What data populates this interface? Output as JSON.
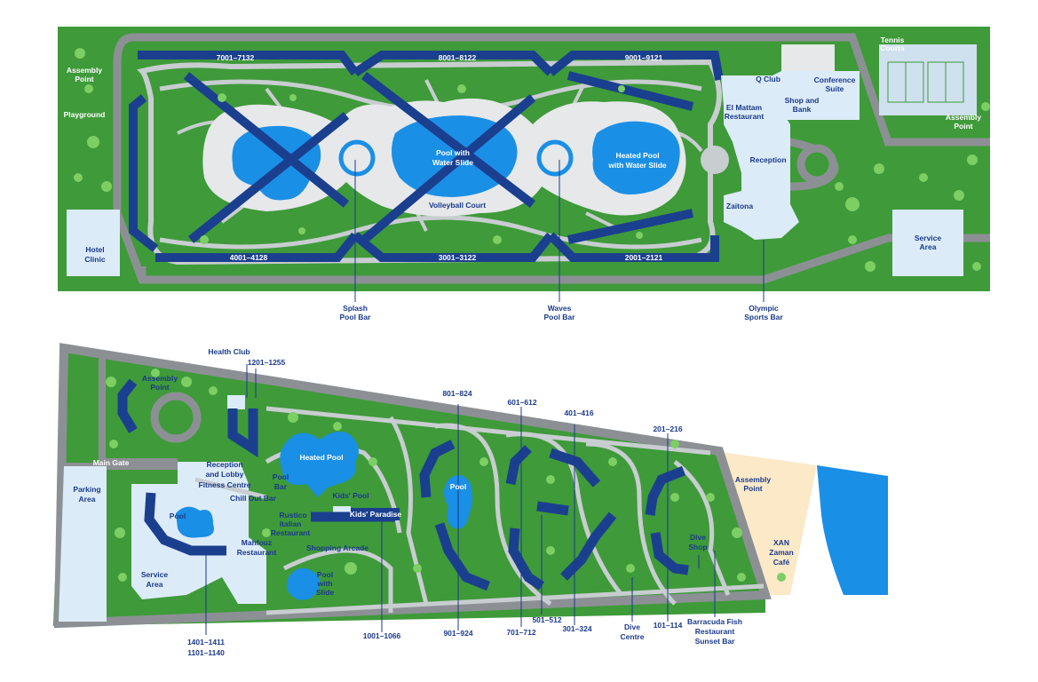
{
  "colors": {
    "grass": "#3f9a3a",
    "path": "#c8cdd0",
    "road": "#8c9094",
    "pool": "#1a8fe6",
    "building": "#1b3f8f",
    "building_light": "#dcebf8",
    "sand": "#fbe9c8",
    "sea": "#1a8fe6",
    "tree": "#7ccf63"
  },
  "top_map": {
    "blocks": [
      "7001–7132",
      "8001–8122",
      "9001–9121",
      "4001–4128",
      "3001–3122",
      "2001–2121"
    ],
    "pools": [
      "Pool with",
      "Water Slide",
      "Heated Pool",
      "with Water Slide"
    ],
    "areas": [
      "Volleyball Court",
      "Assembly",
      "Point",
      "Playground",
      "Hotel",
      "Clinic",
      "Tennis",
      "Courts",
      "Assembly",
      "Point",
      "Q Club",
      "Conference",
      "Suite",
      "Shop and",
      "Bank",
      "El Mattam",
      "Restaurant",
      "Reception",
      "Zaitona",
      "Service",
      "Area"
    ],
    "callouts": [
      "Splash",
      "Pool Bar",
      "Waves",
      "Pool Bar",
      "Olympic",
      "Sports Bar"
    ]
  },
  "bottom_map": {
    "blocks": [
      "1201–1255",
      "801–824",
      "601–612",
      "401–416",
      "201–216",
      "1401–1411",
      "1101–1140",
      "1001–1066",
      "901–924",
      "701–712",
      "501–512",
      "301–324",
      "101–114"
    ],
    "areas": [
      "Health Club",
      "Assembly",
      "Point",
      "Main Gate",
      "Parking",
      "Area",
      "Reception",
      "and Lobby",
      "Fitness Centre",
      "Pool",
      "Bar",
      "Chill Out Bar",
      "Heated Pool",
      "Kids' Pool",
      "Kids' Paradise",
      "Pool",
      "Rustico",
      "Italian",
      "Restaurant",
      "Mahfouz",
      "Restaurant",
      "Shopping Arcade",
      "Pool",
      "with",
      "Slide",
      "Service",
      "Area",
      "Pool",
      "Assembly",
      "Point",
      "Dive",
      "Shop",
      "XAN",
      "Zaman",
      "Café",
      "Dive",
      "Centre",
      "Barracuda Fish",
      "Restaurant",
      "Sunset Bar"
    ]
  }
}
